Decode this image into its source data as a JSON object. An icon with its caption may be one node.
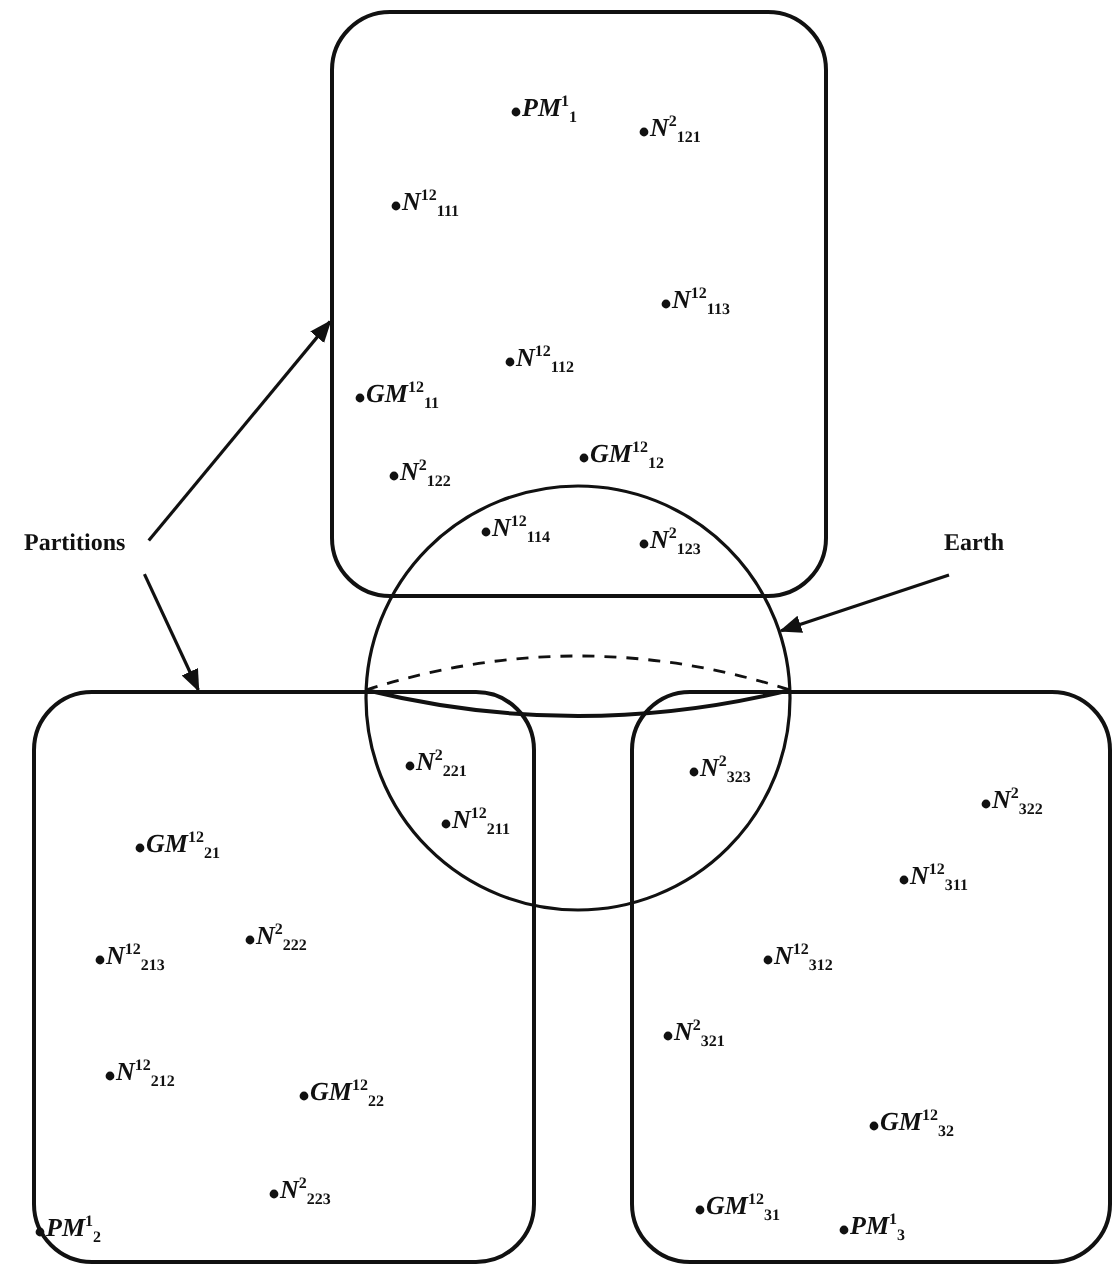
{
  "diagram": {
    "nodes": [
      {
        "text": [],
        "shape": "box"
      },
      {
        "text": [
          "Partitions"
        ]
      },
      {
        "text": [
          "Earth"
        ]
      },
      {
        "text": [],
        "shape": "circle"
      },
      {
        "text": [],
        "shape": "box"
      },
      {
        "text": [],
        "shape": "box"
      }
    ],
    "edges": [
      {
        "from": 1,
        "to": 0,
        "arrow": "to"
      },
      {
        "from": 1,
        "to": 4,
        "arrow": "to"
      },
      {
        "from": 2,
        "to": 3,
        "arrow": "to"
      }
    ],
    "labels": [
      "*PM*$^{1}$$_{1}$",
      "*N*$^{2}$$_{121}$",
      "*N*$^{12}$$_{111}$",
      "*N*$^{12}$$_{113}$",
      "*N*$^{12}$$_{112}$",
      "*GM*$^{12}$$_{11}$",
      "*GM*$^{12}$$_{12}$",
      "*N*$^{2}$$_{122}$",
      "*N*$^{12}$$_{114}$",
      "*N*$^{2}$$_{123}$",
      "*N*$^{2}$$_{221}$",
      "*N*$^{2}$$_{323}$",
      "*N*$^{12}$$_{211}$",
      "*N*$^{2}$$_{322}$",
      "*GM*$^{12}$$_{21}$",
      "*N*$^{12}$$_{311}$",
      "*N*$^{2}$$_{222}$",
      "*N*$^{12}$$_{213}$",
      "*N*$^{12}$$_{312}$",
      "*N*$^{2}$$_{321}$",
      "*N*$^{12}$$_{212}$",
      "*GM*$^{12}$$_{22}$",
      "*GM*$^{12}$$_{32}$",
      "*N*$^{2}$$_{223}$",
      "*GM*$^{12}$$_{31}$",
      "*PM*$^{1}$$_{3}$",
      "*PM*$^{1}$$_{2}$"
    ]
  }
}
